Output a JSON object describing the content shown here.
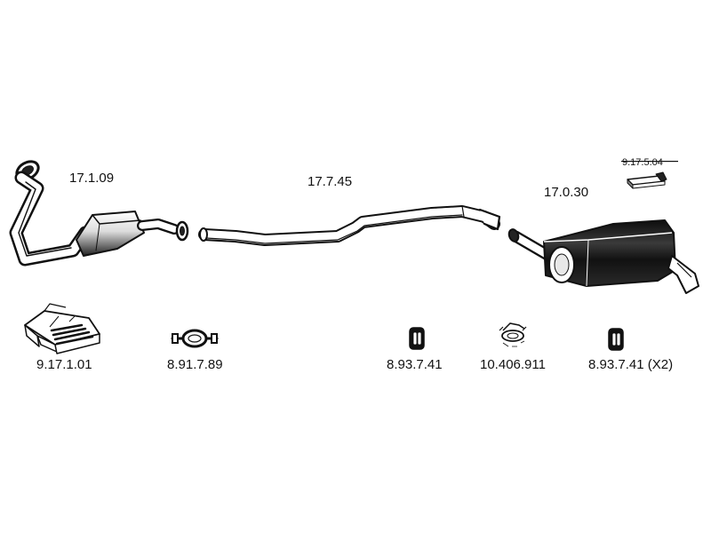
{
  "parts": {
    "front_pipe": {
      "code": "17.1.09"
    },
    "middle_pipe": {
      "code": "17.7.45"
    },
    "rear_silencer": {
      "code": "17.0.30"
    },
    "bracket": {
      "code": "9.17.5.04"
    },
    "mounting_kit": {
      "code": "9.17.1.01"
    },
    "clamp": {
      "code": "8.91.7.89"
    },
    "rubber_mount_1": {
      "code": "8.93.7.41"
    },
    "gasket": {
      "code": "10.406.911"
    },
    "rubber_mount_2": {
      "code": "8.93.7.41 (X2)"
    }
  },
  "colors": {
    "line": "#111111",
    "fill": "#ffffff",
    "shade": "#333333"
  }
}
